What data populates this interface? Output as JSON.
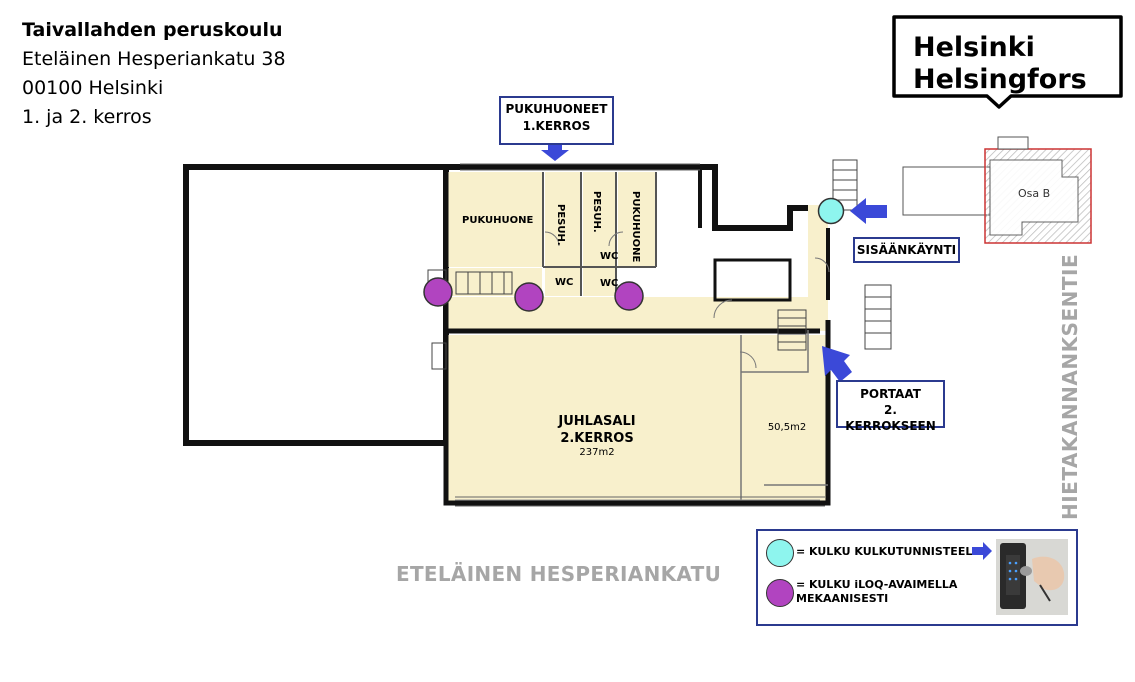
{
  "header": {
    "school_name": "Taivallahden peruskoulu",
    "street_address": "Eteläinen Hesperiankatu 38",
    "postal": "00100 Helsinki",
    "floors": "1. ja 2. kerros"
  },
  "logo": {
    "line1": "Helsinki",
    "line2": "Helsingfors"
  },
  "callouts": {
    "changing_rooms": [
      "PUKUHUONEET",
      "1.KERROS"
    ],
    "entrance": "SISÄÄNKÄYNTI",
    "stairs": [
      "PORTAAT",
      "2. KERROKSEEN"
    ]
  },
  "rooms": {
    "changing_room_1": "PUKUHUONE",
    "shower_1": "PESUH.",
    "shower_2": "PESUH.",
    "changing_room_2": "PUKUHUONE",
    "wc_1": "WC",
    "wc_2": "WC",
    "wc_3": "WC",
    "hall_name": "JUHLASALI",
    "hall_floor": "2.KERROS",
    "hall_area": "237m2",
    "side_room_area": "50,5m2",
    "building_b": "Osa B"
  },
  "streets": {
    "south": "ETELÄINEN HESPERIANKATU",
    "east": "HIETAKANNANKSENTIE"
  },
  "legend": {
    "access_tag": "= KULKU KULKUTUNNISTEELLA",
    "access_iloq": [
      "= KULKU iLOQ-AVAIMELLA",
      "MEKAANISESTI"
    ]
  },
  "colors": {
    "room_fill": "#f8f0cc",
    "tag_access": "#8ef5ee",
    "iloq_access": "#b144c0",
    "arrow": "#3b49d8",
    "callout_border": "#2b3a8f",
    "street_text": "#a6a6a6",
    "building_b_hatch": "#cc3333"
  }
}
